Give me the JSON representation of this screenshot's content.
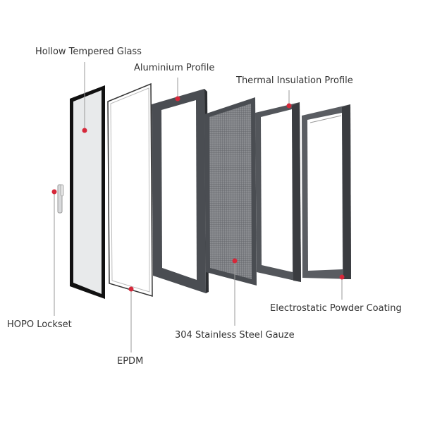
{
  "labels": {
    "glass": "Hollow Tempered Glass",
    "aluminium": "Aluminium Profile",
    "thermal": "Thermal Insulation Profile",
    "lockset": "HOPO Lockset",
    "epdm": "EPDM",
    "gauze": "304 Stainless Steel Gauze",
    "coating": "Electrostatic Powder Coating"
  },
  "colors": {
    "frame": "#4a4d52",
    "dot": "#d6283a",
    "leader": "#9a9a9a"
  }
}
